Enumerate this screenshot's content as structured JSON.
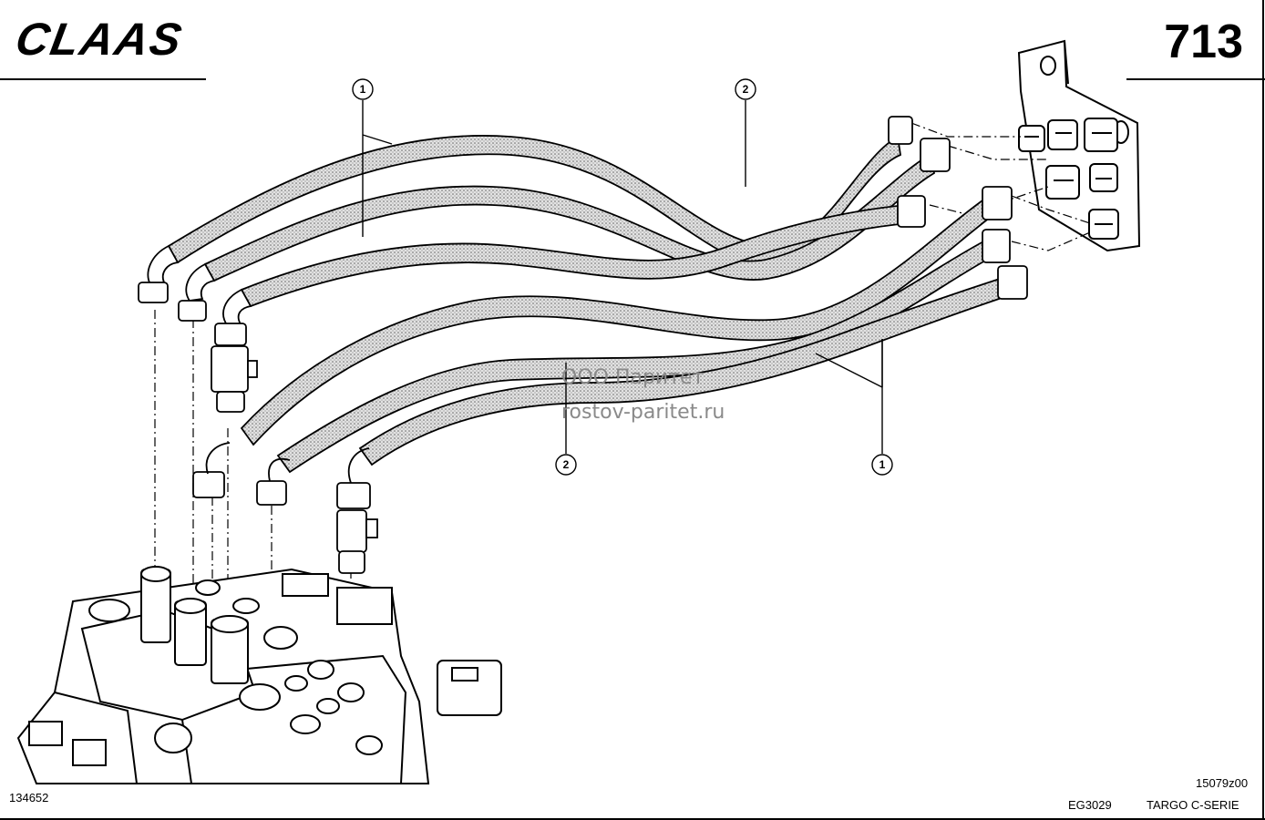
{
  "header": {
    "brand": "CLAAS",
    "page_number": "713"
  },
  "callouts": {
    "hose_group_1_top": "1",
    "hose_group_2_top": "2",
    "hose_group_2_bottom": "2",
    "hose_group_1_bottom": "1"
  },
  "watermark": {
    "company": "ООО Паритет",
    "website": "rostov-paritet.ru"
  },
  "footer": {
    "image_code": "134652",
    "drawing_code": "15079z00",
    "group_code": "EG3029",
    "series": "TARGO C-SERIE"
  },
  "colors": {
    "line": "#000000",
    "hose_fill": "#b9b9b9",
    "watermark": "#8a8a8a"
  }
}
